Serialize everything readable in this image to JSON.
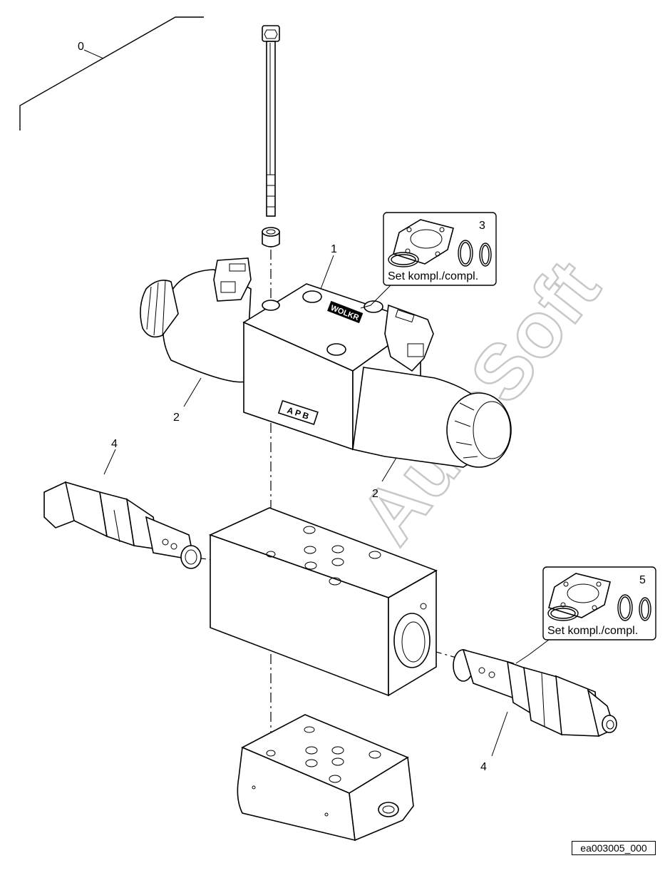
{
  "diagram": {
    "callouts": {
      "assembly": "0",
      "valve": "1",
      "solenoid_left": "2",
      "solenoid_right": "2",
      "seal_kit_top": "3",
      "cartridge_left": "4",
      "cartridge_right": "4",
      "seal_kit_bottom": "5"
    },
    "seal_kit_top_label": "Set kompl./compl.",
    "seal_kit_bottom_label": "Set kompl./compl.",
    "valve_port_label": "A P B",
    "valve_brand": "WOLKR",
    "watermark": "AutoSoft",
    "reference_code": "ea003005_000"
  }
}
